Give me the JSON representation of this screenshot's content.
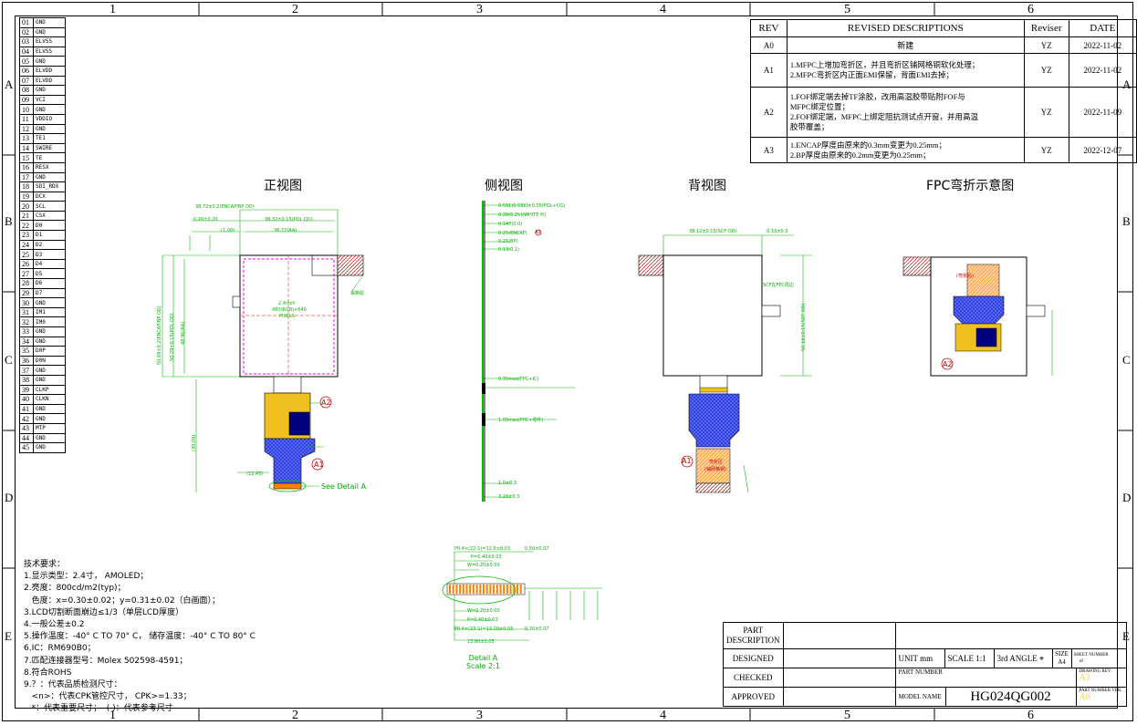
{
  "grid": {
    "columns": [
      "1",
      "2",
      "3",
      "4",
      "5",
      "6"
    ],
    "rows": [
      "A",
      "B",
      "C",
      "D",
      "E"
    ]
  },
  "pins": [
    {
      "n": "01",
      "s": "GND"
    },
    {
      "n": "02",
      "s": "GND"
    },
    {
      "n": "03",
      "s": "ELVSS"
    },
    {
      "n": "04",
      "s": "ELVSS"
    },
    {
      "n": "05",
      "s": "GND"
    },
    {
      "n": "06",
      "s": "ELVDD"
    },
    {
      "n": "07",
      "s": "ELVDD"
    },
    {
      "n": "08",
      "s": "GND"
    },
    {
      "n": "09",
      "s": "VCI"
    },
    {
      "n": "10",
      "s": "GND"
    },
    {
      "n": "11",
      "s": "VDDIO"
    },
    {
      "n": "12",
      "s": "GND"
    },
    {
      "n": "13",
      "s": "TE1"
    },
    {
      "n": "14",
      "s": "SWIRE"
    },
    {
      "n": "15",
      "s": "TE"
    },
    {
      "n": "16",
      "s": "RESX"
    },
    {
      "n": "17",
      "s": "GND"
    },
    {
      "n": "18",
      "s": "SDI_RDX"
    },
    {
      "n": "19",
      "s": "DCX"
    },
    {
      "n": "20",
      "s": "SCL"
    },
    {
      "n": "21",
      "s": "CSX"
    },
    {
      "n": "22",
      "s": "D0"
    },
    {
      "n": "23",
      "s": "D1"
    },
    {
      "n": "24",
      "s": "D2"
    },
    {
      "n": "25",
      "s": "D3"
    },
    {
      "n": "26",
      "s": "D4"
    },
    {
      "n": "27",
      "s": "D5"
    },
    {
      "n": "28",
      "s": "D6"
    },
    {
      "n": "29",
      "s": "D7"
    },
    {
      "n": "30",
      "s": "GND"
    },
    {
      "n": "31",
      "s": "IM1"
    },
    {
      "n": "32",
      "s": "IM0"
    },
    {
      "n": "33",
      "s": "GND"
    },
    {
      "n": "34",
      "s": "GND"
    },
    {
      "n": "35",
      "s": "D0P"
    },
    {
      "n": "36",
      "s": "D0N"
    },
    {
      "n": "37",
      "s": "GND"
    },
    {
      "n": "38",
      "s": "GND"
    },
    {
      "n": "39",
      "s": "CLKP"
    },
    {
      "n": "40",
      "s": "CLKN"
    },
    {
      "n": "41",
      "s": "GND"
    },
    {
      "n": "42",
      "s": "GND"
    },
    {
      "n": "43",
      "s": "MTP"
    },
    {
      "n": "44",
      "s": "GND"
    },
    {
      "n": "45",
      "s": "GND"
    }
  ],
  "revision": {
    "headers": {
      "rev": "REV",
      "desc": "REVISED DESCRIPTIONS",
      "reviser": "Reviser",
      "date": "DATE"
    },
    "rows": [
      {
        "rev": "A0",
        "lines": [
          "新建"
        ],
        "reviser": "YZ",
        "date": "2022-11-02"
      },
      {
        "rev": "A1",
        "lines": [
          "1.MFPC上增加弯折区，并且弯折区铺网格铜软化处理；",
          "2.MFPC弯折区内正面EMI保留，背面EMI去掉；"
        ],
        "reviser": "YZ",
        "date": "2022-11-02"
      },
      {
        "rev": "A2",
        "lines": [
          "1.FOF绑定端去掉TF涂胶，改用高温胶带贴附FOF与",
          "MFPC绑定位置；",
          "2.FOF绑定端，MFPC上绑定阻抗测试点开窗，并用高温",
          "胶带覆盖；"
        ],
        "reviser": "YZ",
        "date": "2022-11-09"
      },
      {
        "rev": "A3",
        "lines": [
          "1.ENCAP厚度由原来的0.3mm变更为0.25mm；",
          "2.BP厚度由原来的0.2mm变更为0.25mm；"
        ],
        "reviser": "YZ",
        "date": "2022-12-07"
      }
    ]
  },
  "views": {
    "front": "正视图",
    "side": "侧视图",
    "back": "背视图",
    "fpc_bend": "FPC弯折示意图"
  },
  "front_labels": {
    "top1": "38.72±0.2(ENCAP/BP OD)",
    "top2": "38.32±0.15(POL OD)",
    "top3": "36.72(AA)",
    "left_a": "0.20±0.20",
    "left_b": "(1.00)",
    "center1": "2.4inch",
    "center2": "480(RGB)×640",
    "center3": "PIXELS",
    "tape": "易撕贴",
    "see_detail": "See Detail A",
    "a1": "A1",
    "a2": "A2",
    "bottom_dim": "(12.45)",
    "v1": "50.69±0.2(ENCAP/BP OD)",
    "v2": "50.29±0.15(POL OD)",
    "v3": "48.96(AA)",
    "v4": "(30.09)"
  },
  "side_labels": {
    "t1": "0.591(0.591)±0.05(POL+CG)",
    "t2": "0.28(0.25)(WHITE PI)",
    "t3": "0.147(0.0)",
    "t4": "0.25(ENCAP)",
    "t5": "0.25(BP)",
    "t6": "0.13(0.1)",
    "a3": "A3",
    "m1": "0.35max(FPC+IC)",
    "m2": "1.05max(FPC+零件)",
    "b1": "1.0±0.3",
    "b2": "3.28±0.3"
  },
  "back_labels": {
    "top": "38.12±0.15(SCF OD)",
    "right_top": "0.33±0.3",
    "note": "SCF在FPC周边",
    "v": "50.18±0.15(SCF OD)",
    "a1": "A1",
    "bend": "弯折区",
    "bend2": "(铺网格铜)"
  },
  "bend_labels": {
    "note": "(弯折后)",
    "a2": "A2"
  },
  "detail": {
    "t1": "P0.4×(22-1)=12.6±0.03",
    "t2": "P=0.40±0.03",
    "t3": "W=0.20±0.03",
    "t4": "0.50±0.07",
    "b1": "W=0.20±0.03",
    "b2": "P=0.40±0.03",
    "b3": "P0.4×(23-1)=13.20±0.03",
    "b4": "13.80±0.05",
    "b5": "0.30±0.07",
    "label1": "Detail A",
    "label2": "Scale 2:1"
  },
  "notes": [
    "技术要求：",
    "1.显示类型：2.4寸， AMOLED；",
    "2.亮度：800cd/m2(typ)；",
    "   色度：x=0.30±0.02；y=0.31±0.02（白画面）；",
    "3.LCD切割断面崩边≤1/3（单层LCD厚度）",
    "4.一般公差±0.2",
    "5.操作温度：-40° C TO 70° C， 储存温度：-40° C TO 80° C",
    "6.IC：RM690B0；",
    "7.匹配连接器型号：Molex 502598-4591；",
    "8.符合ROHS",
    "9.？：代表品质检测尺寸：",
    "   <n>：代表CPK管控尺寸， CPK>=1.33；",
    "   *：代表重要尺寸；  ( )：代表参考尺寸"
  ],
  "title_block": {
    "part_description": "PART DESCRIPTION",
    "designed": "DESIGNED",
    "checked": "CHECKED",
    "approved": "APPROVED",
    "unit": "UNIT  mm",
    "scale": "SCALE  1:1",
    "angle": "3rd ANGLE",
    "size": "SIZE",
    "size_val": "A4",
    "sheet_number": "SHEET NUMBER",
    "of": "of",
    "drawing_rev": "DRAWING REV.",
    "drawing_rev_val": "A3",
    "part_number": "PART NUMBER",
    "part_number_ver": "PART NUMBER VER.",
    "part_number_ver_val": "A0",
    "model_name": "MODEL NAME",
    "model": "HG024QG002"
  },
  "colors": {
    "green": "#00c000",
    "magenta": "#ff00ff",
    "blue": "#0000ff",
    "navy": "#000080",
    "tape": "#c04040",
    "yellow": "#ffd040",
    "orange": "#ff8000"
  }
}
